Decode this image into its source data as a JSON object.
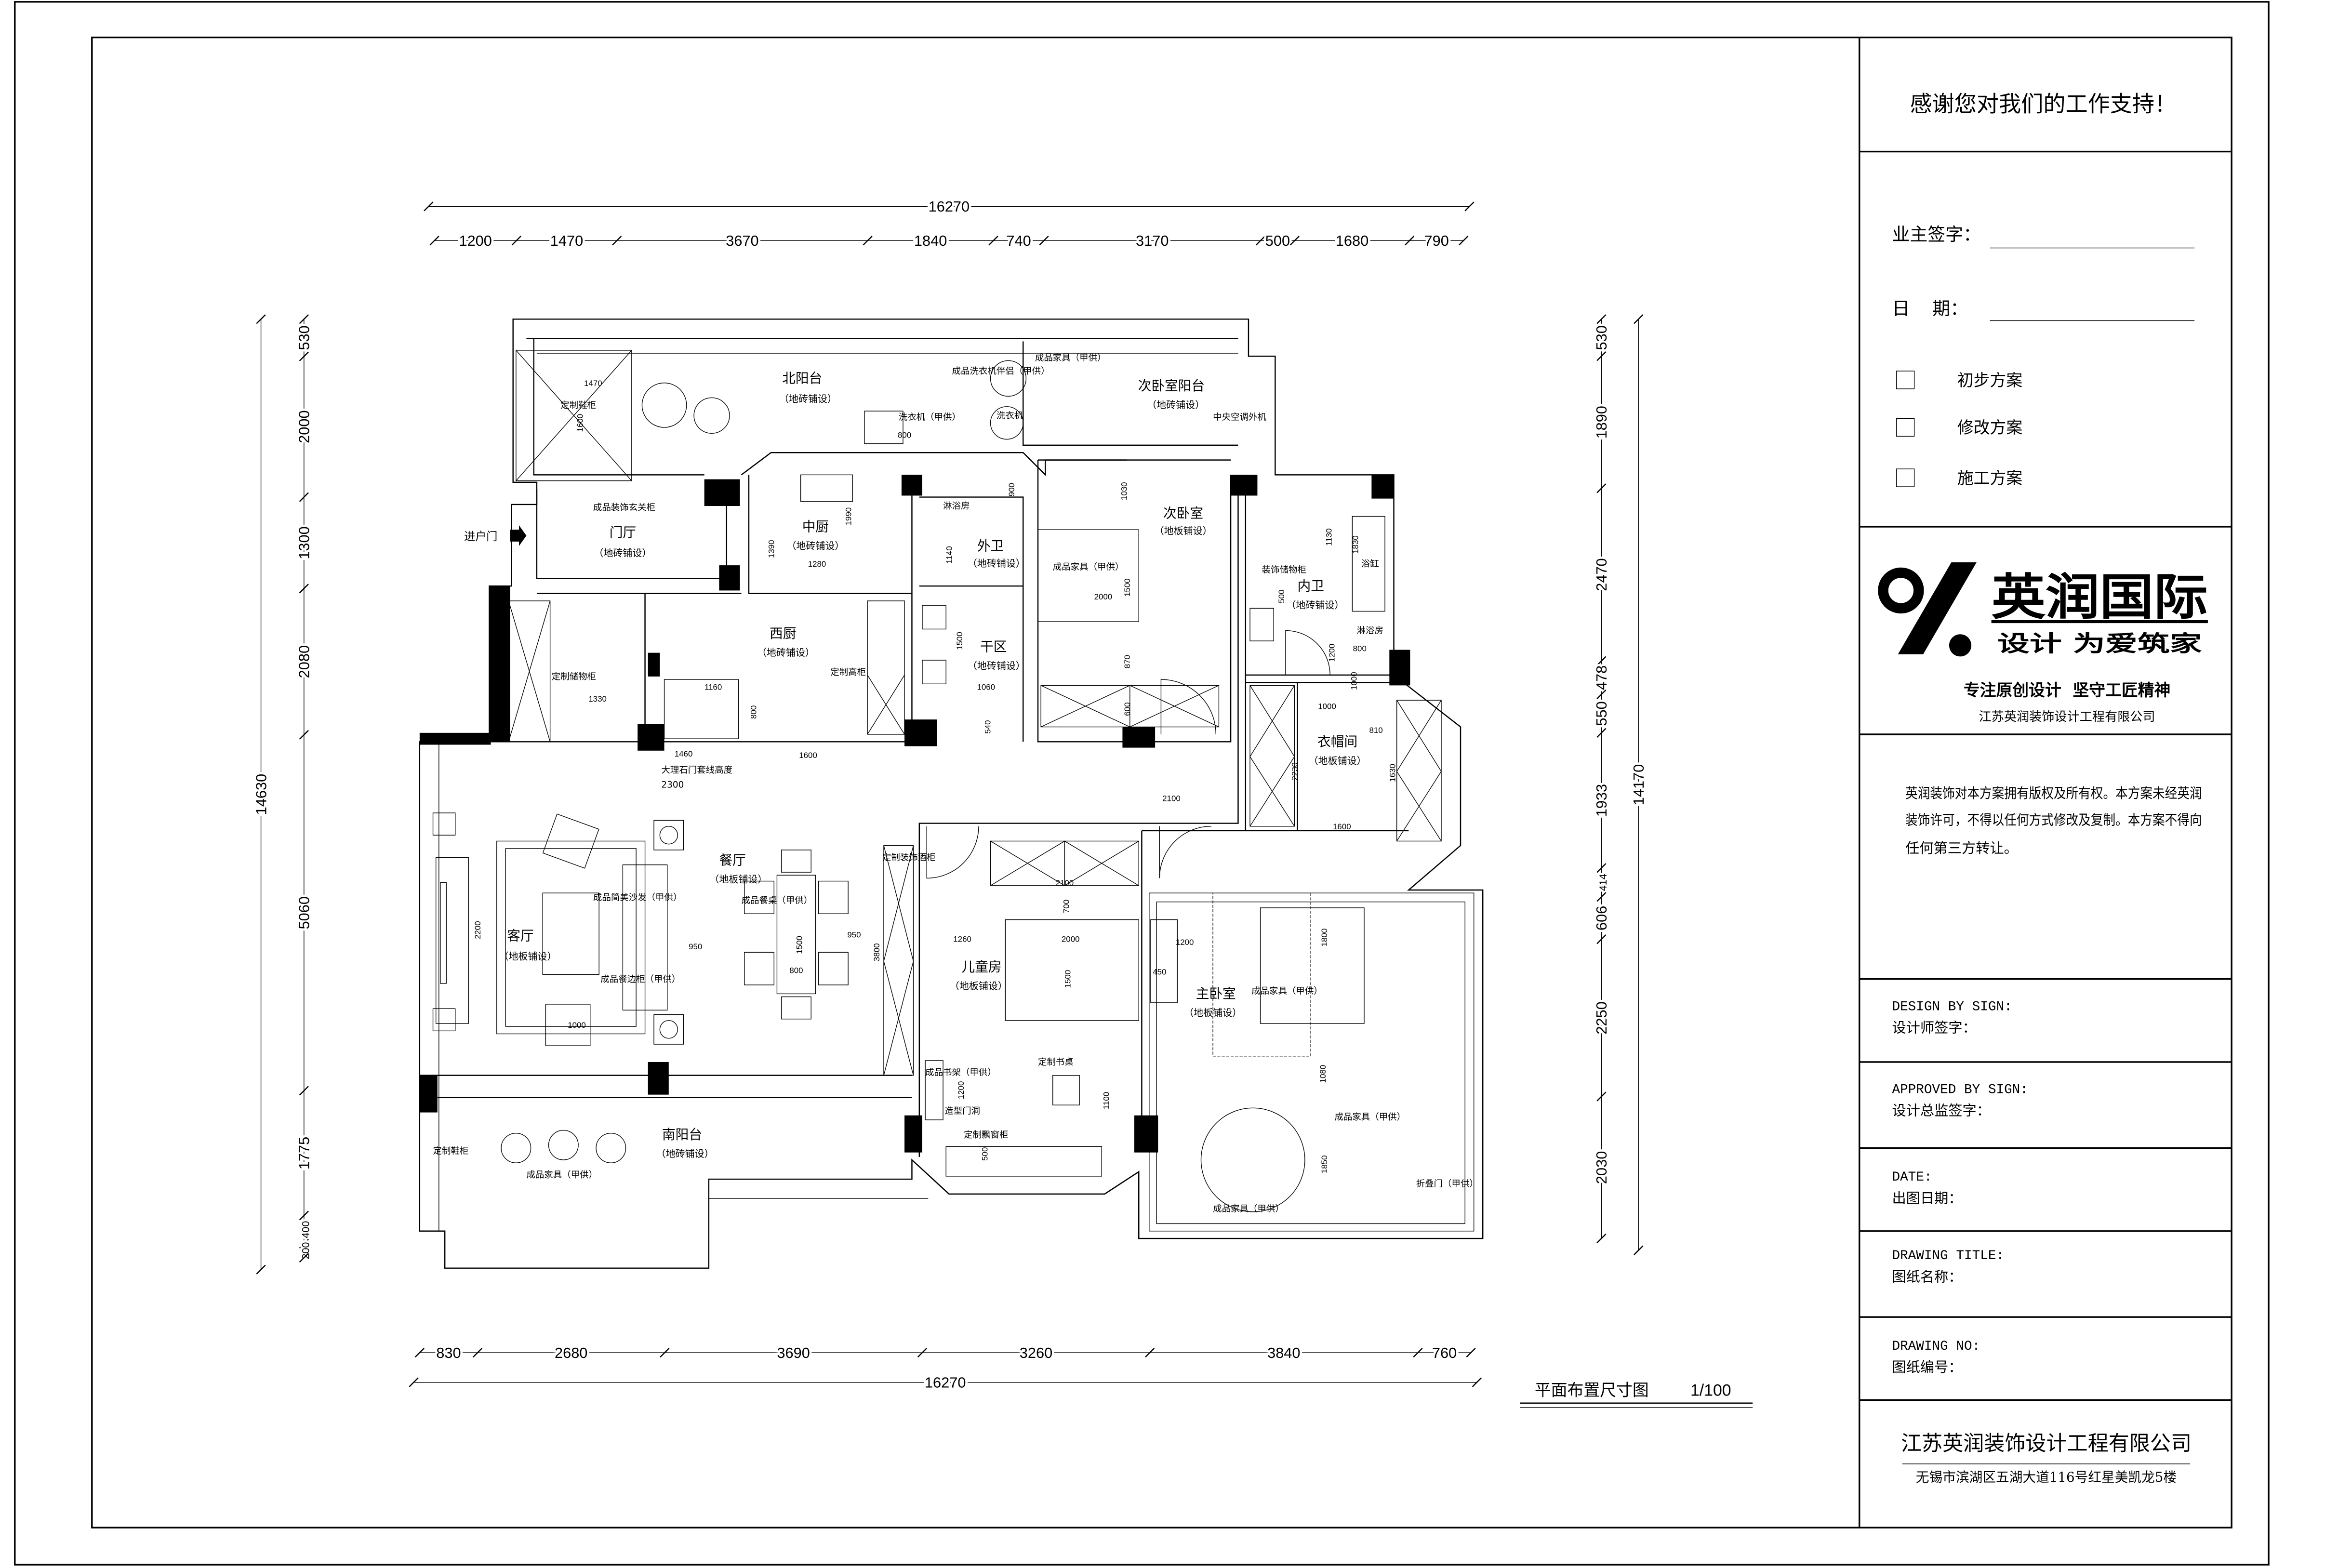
{
  "title_block": {
    "thanks": "感谢您对我们的工作支持！",
    "owner_sign_label": "业主签字：",
    "date_label": "日    期：",
    "options": [
      "初步方案",
      "修改方案",
      "施工方案"
    ],
    "logo": {
      "name": "英润国际",
      "slogan": "设计 为爱筑家",
      "tagline": "专注原创设计  坚守工匠精神",
      "company_small": "江苏英润装饰设计工程有限公司"
    },
    "copyright": [
      "英润装饰对本方案拥有版权及所有权。本方案未经英润",
      "装饰许可，不得以任何方式修改及复制。本方案不得向",
      "任何第三方转让。"
    ],
    "sign_rows": [
      {
        "en": "DESIGN BY SIGN:",
        "cn": "设计师签字："
      },
      {
        "en": "APPROVED BY SIGN:",
        "cn": "设计总监签字："
      },
      {
        "en": "DATE:",
        "cn": "出图日期："
      },
      {
        "en": "DRAWING TITLE:",
        "cn": "图纸名称："
      },
      {
        "en": "DRAWING NO:",
        "cn": "图纸编号："
      }
    ],
    "company": "江苏英润装饰设计工程有限公司",
    "address": "无锡市滨湖区五湖大道116号红星美凯龙5楼"
  },
  "plan": {
    "title": "平面布置尺寸图",
    "scale": "1/100",
    "entrance": "进户门",
    "rooms": [
      {
        "name": "北阳台",
        "floor": "（地砖铺设）"
      },
      {
        "name": "次卧室阳台",
        "floor": "（地砖铺设）"
      },
      {
        "name": "门厅",
        "floor": "（地砖铺设）"
      },
      {
        "name": "中厨",
        "floor": "（地砖铺设）"
      },
      {
        "name": "外卫",
        "floor": "（地砖铺设）"
      },
      {
        "name": "次卧室",
        "floor": "（地板铺设）"
      },
      {
        "name": "内卫",
        "floor": "（地砖铺设）"
      },
      {
        "name": "西厨",
        "floor": "（地砖铺设）"
      },
      {
        "name": "干区",
        "floor": "（地砖铺设）"
      },
      {
        "name": "衣帽间",
        "floor": "（地板铺设）"
      },
      {
        "name": "餐厅",
        "floor": "（地板铺设）"
      },
      {
        "name": "客厅",
        "floor": "（地板铺设）"
      },
      {
        "name": "儿童房",
        "floor": "（地板铺设）"
      },
      {
        "name": "主卧室",
        "floor": "（地板铺设）"
      },
      {
        "name": "南阳台",
        "floor": "（地砖铺设）"
      }
    ],
    "annotations": [
      "定制鞋柜",
      "成品装饰玄关柜",
      "洗衣机（甲供）",
      "成品洗衣机伴侣（甲供）",
      "成品家具（甲供）",
      "中央空调外机",
      "淋浴房",
      "成品家具（甲供）",
      "装饰储物柜",
      "浴缸",
      "淋浴房",
      "定制储物柜",
      "定制高柜",
      "大理石门套线高度",
      "2300",
      "定制装饰酒柜",
      "成品简美沙发（甲供）",
      "成品餐桌（甲供）",
      "成品餐边柜（甲供）",
      "成品书架（甲供）",
      "造型门洞",
      "定制飘窗柜",
      "定制书桌",
      "成品家具（甲供）",
      "成品家具（甲供）",
      "成品家具（甲供）",
      "折叠门（甲供）",
      "定制鞋柜",
      "成品家具（甲供）",
      "洗衣机"
    ],
    "inner_dims": [
      "1470",
      "1600",
      "1330",
      "1160",
      "1460",
      "1600",
      "800",
      "1390",
      "1990",
      "1280",
      "800",
      "900",
      "1140",
      "1500",
      "1060",
      "540",
      "1030",
      "2000",
      "1500",
      "870",
      "600",
      "1130",
      "500",
      "1200",
      "1830",
      "800",
      "1000",
      "1000",
      "810",
      "2230",
      "1630",
      "1600",
      "2200",
      "1000",
      "950",
      "1500",
      "800",
      "950",
      "3800",
      "2100",
      "700",
      "1260",
      "2000",
      "1500",
      "1200",
      "1100",
      "500",
      "450",
      "1200",
      "1800",
      "1080",
      "1850",
      "2100"
    ],
    "dims": {
      "top": {
        "total": "16270",
        "segments": [
          1200,
          1470,
          3670,
          1840,
          740,
          3170,
          500,
          1680,
          790
        ]
      },
      "bottom": {
        "total": "16270",
        "segments": [
          830,
          2680,
          3690,
          3260,
          3840,
          760
        ]
      },
      "left": {
        "total": "14630",
        "segments": [
          530,
          2000,
          1300,
          2080,
          5060,
          1775,
          400,
          200
        ]
      },
      "right": {
        "total": "14170",
        "segments": [
          530,
          1890,
          2470,
          478,
          550,
          1933,
          414,
          606,
          2250,
          2030
        ]
      }
    }
  }
}
